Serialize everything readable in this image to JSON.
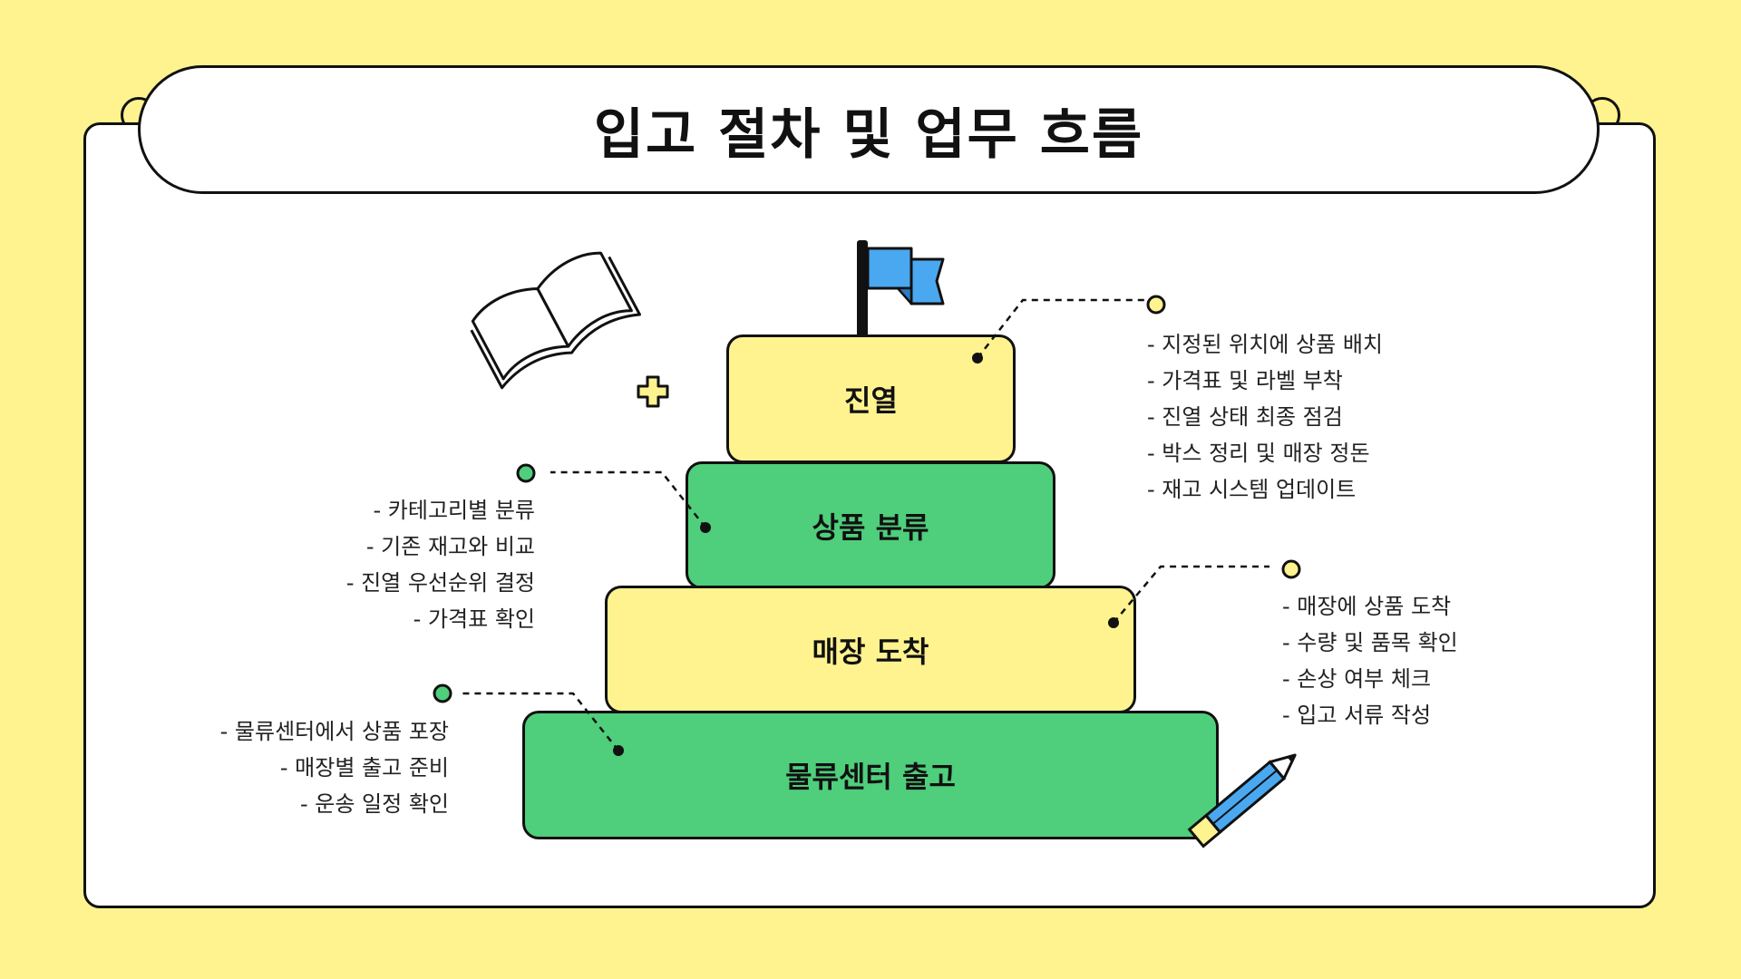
{
  "title": "입고 절차 및 업무 흐름",
  "steps": [
    {
      "label": "진열",
      "color": "#FFF38F"
    },
    {
      "label": "상품 분류",
      "color": "#4FCE7C"
    },
    {
      "label": "매장 도착",
      "color": "#FFF38F"
    },
    {
      "label": "물류센터 출고",
      "color": "#4FCE7C"
    }
  ],
  "details": {
    "display": [
      "- 지정된 위치에 상품 배치",
      "- 가격표 및 라벨 부착",
      "- 진열 상태 최종 점검",
      "- 박스 정리 및 매장 정돈",
      "- 재고 시스템 업데이트"
    ],
    "classify": [
      "- 카테고리별 분류",
      "- 기존 재고와 비교",
      "- 진열 우선순위 결정",
      "- 가격표 확인"
    ],
    "arrival": [
      "- 매장에 상품 도착",
      "- 수량 및 품목 확인",
      "- 손상 여부 체크",
      "- 입고 서류 작성"
    ],
    "shipping": [
      "- 물류센터에서 상품 포장",
      "- 매장별 출고 준비",
      "- 운송 일정 확인"
    ]
  },
  "colors": {
    "background": "#FFF38F",
    "yellow": "#FFF38F",
    "green": "#4FCE7C",
    "blue": "#4AA8F0"
  },
  "icons": [
    "open-book-icon",
    "plus-icon",
    "flag-icon",
    "pencil-icon"
  ]
}
